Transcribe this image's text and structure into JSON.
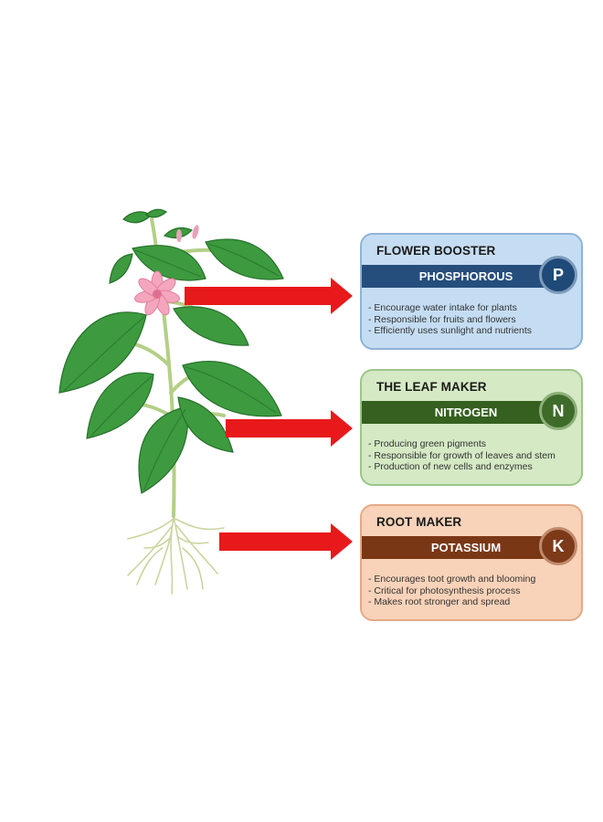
{
  "colors": {
    "arrow": "#e8191b",
    "leaf": "#3d9a3f",
    "flower": "#f4a6bd",
    "root": "#cfd7a2"
  },
  "cards": [
    {
      "title": "FLOWER BOOSTER",
      "nutrient": "PHOSPHOROUS",
      "symbol": "P",
      "bullets": [
        "Encourage water intake for plants",
        "Responsible for fruits and flowers",
        "Efficiently uses sunlight and nutrients"
      ],
      "bg": "#c5ddf3",
      "border": "#8fb3d6",
      "band": "#254e7d",
      "badge": "#1f4a78",
      "badge_ring": "#7d9bbb"
    },
    {
      "title": "THE LEAF MAKER",
      "nutrient": "NITROGEN",
      "symbol": "N",
      "bullets": [
        "Producing green pigments",
        "Responsible for growth of leaves and stem",
        "Production of new cells and enzymes"
      ],
      "bg": "#d4e9c4",
      "border": "#9cc689",
      "band": "#35601f",
      "badge": "#3e6b2a",
      "badge_ring": "#8daf7a"
    },
    {
      "title": "ROOT MAKER",
      "nutrient": "POTASSIUM",
      "symbol": "K",
      "bullets": [
        "Encourages toot growth and blooming",
        "Critical for photosynthesis  process",
        "Makes root stronger and spread"
      ],
      "bg": "#f8d3b9",
      "border": "#e5a987",
      "band": "#7a3716",
      "badge": "#7d3a19",
      "badge_ring": "#c08a6c"
    }
  ]
}
